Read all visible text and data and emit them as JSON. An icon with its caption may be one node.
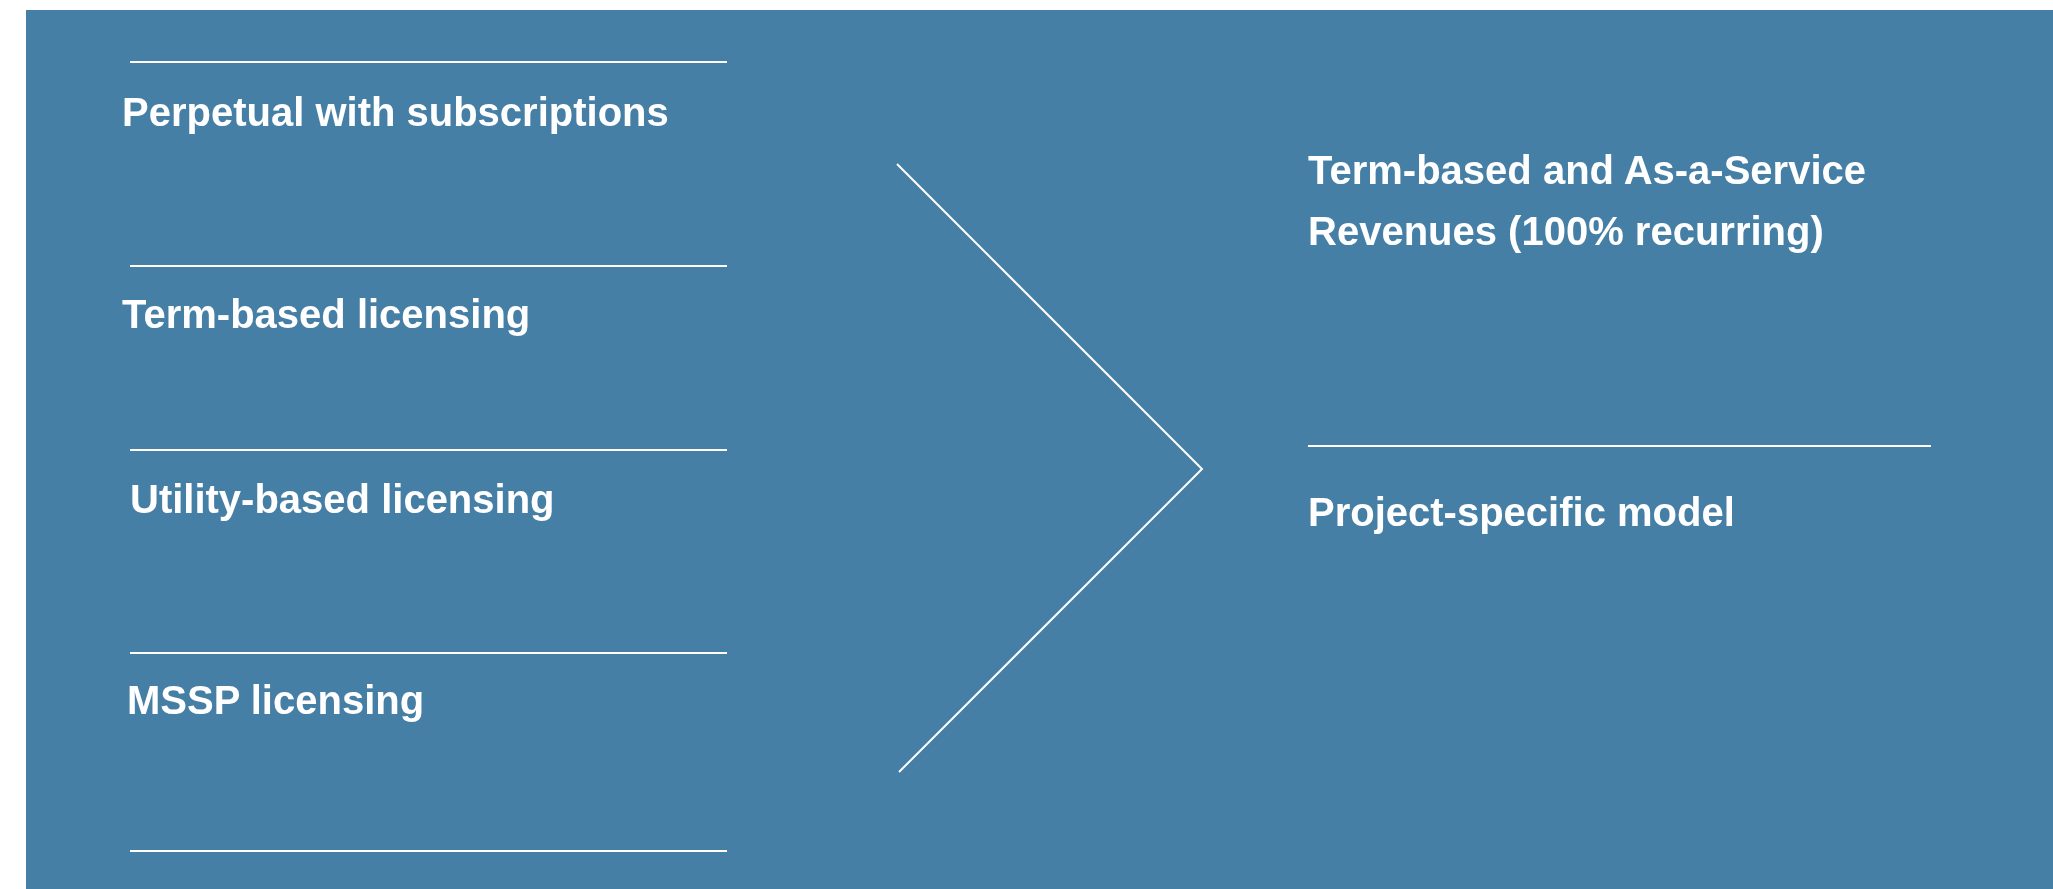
{
  "diagram": {
    "labels": [
      "Perpetual with subscriptions",
      "Term-based licensing",
      "Utility-based licensing",
      "MSSP licensing",
      "Term-based and As-a-Service Revenues (100% recurring)",
      "Project-specific model"
    ]
  }
}
